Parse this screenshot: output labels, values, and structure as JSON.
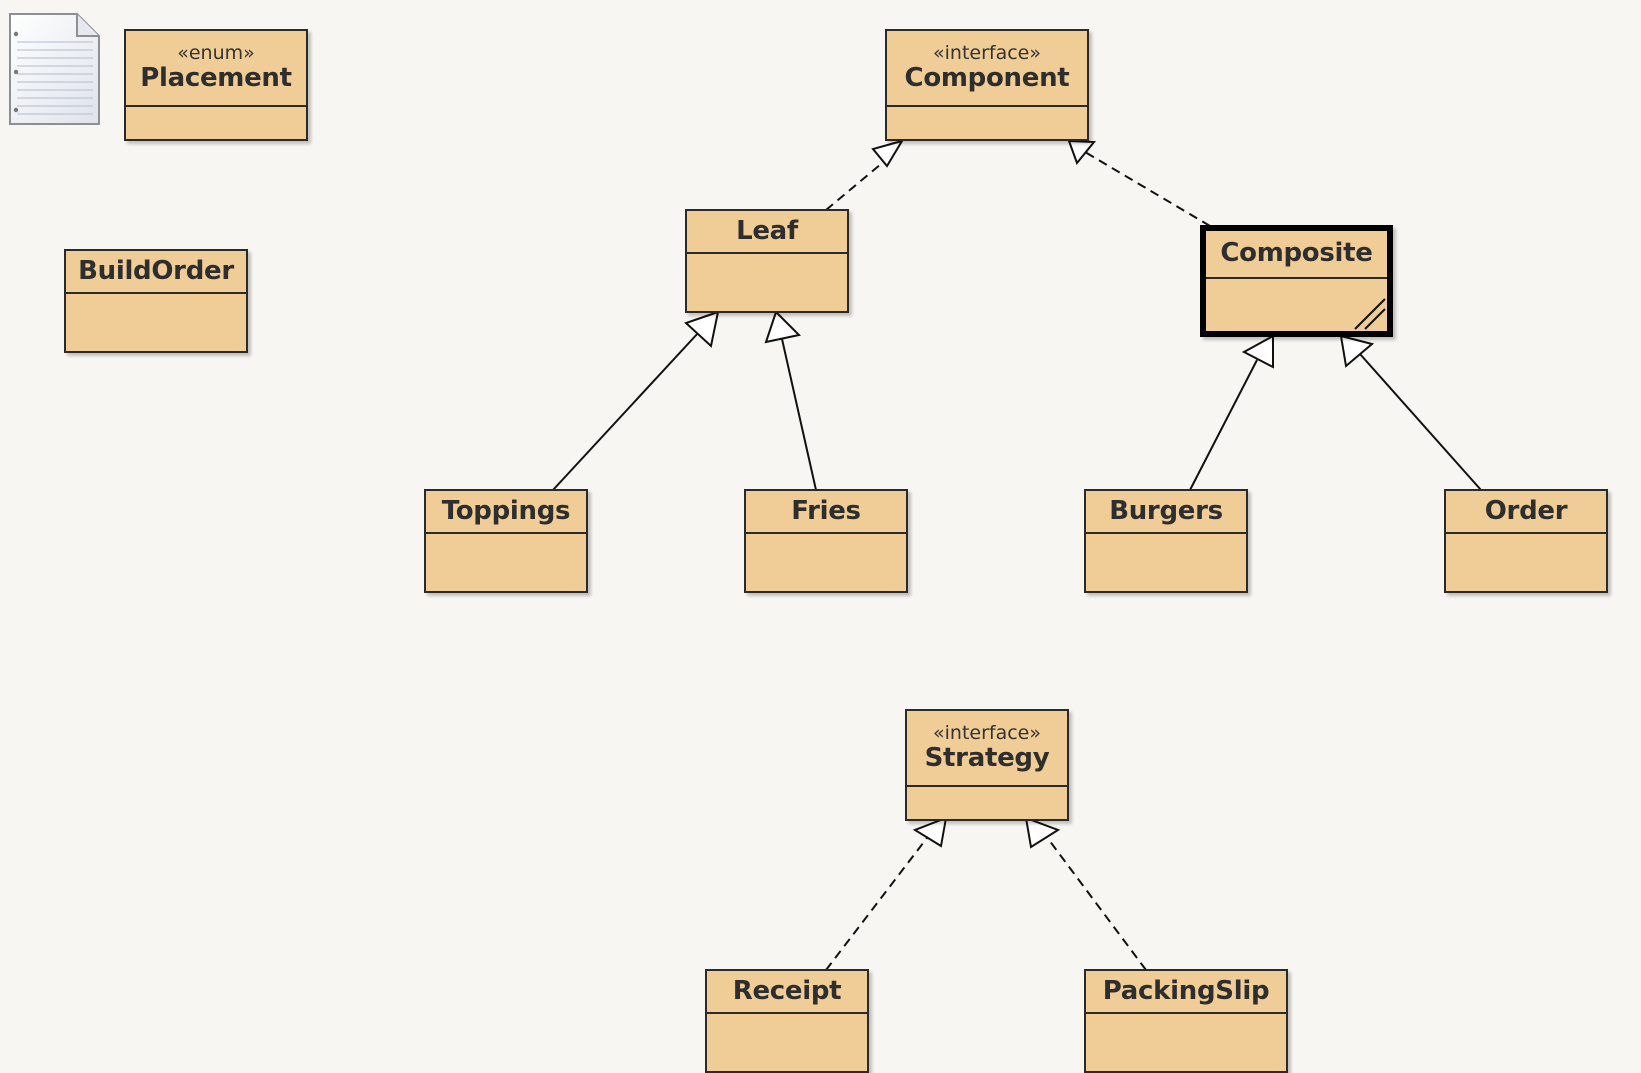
{
  "diagram": {
    "type": "uml-class-diagram",
    "classes": [
      {
        "id": "placement",
        "stereotype": "«enum»",
        "name": "Placement"
      },
      {
        "id": "component",
        "stereotype": "«interface»",
        "name": "Component"
      },
      {
        "id": "buildorder",
        "stereotype": "",
        "name": "BuildOrder"
      },
      {
        "id": "leaf",
        "stereotype": "",
        "name": "Leaf"
      },
      {
        "id": "composite",
        "stereotype": "",
        "name": "Composite"
      },
      {
        "id": "toppings",
        "stereotype": "",
        "name": "Toppings"
      },
      {
        "id": "fries",
        "stereotype": "",
        "name": "Fries"
      },
      {
        "id": "burgers",
        "stereotype": "",
        "name": "Burgers"
      },
      {
        "id": "order",
        "stereotype": "",
        "name": "Order"
      },
      {
        "id": "strategy",
        "stereotype": "«interface»",
        "name": "Strategy"
      },
      {
        "id": "receipt",
        "stereotype": "",
        "name": "Receipt"
      },
      {
        "id": "packingslip",
        "stereotype": "",
        "name": "PackingSlip"
      }
    ],
    "relations": [
      {
        "from": "leaf",
        "to": "component",
        "kind": "realization"
      },
      {
        "from": "composite",
        "to": "component",
        "kind": "realization"
      },
      {
        "from": "toppings",
        "to": "leaf",
        "kind": "generalization"
      },
      {
        "from": "fries",
        "to": "leaf",
        "kind": "generalization"
      },
      {
        "from": "burgers",
        "to": "composite",
        "kind": "generalization"
      },
      {
        "from": "order",
        "to": "composite",
        "kind": "generalization"
      },
      {
        "from": "receipt",
        "to": "strategy",
        "kind": "realization"
      },
      {
        "from": "packingslip",
        "to": "strategy",
        "kind": "realization"
      }
    ],
    "selected": "composite",
    "colors": {
      "background": "#f7f6f2",
      "class_fill": "#f0cd96",
      "class_border": "#2a2a2a",
      "line": "#111111"
    },
    "icons": [
      "note-icon",
      "resize-grip-icon"
    ]
  }
}
